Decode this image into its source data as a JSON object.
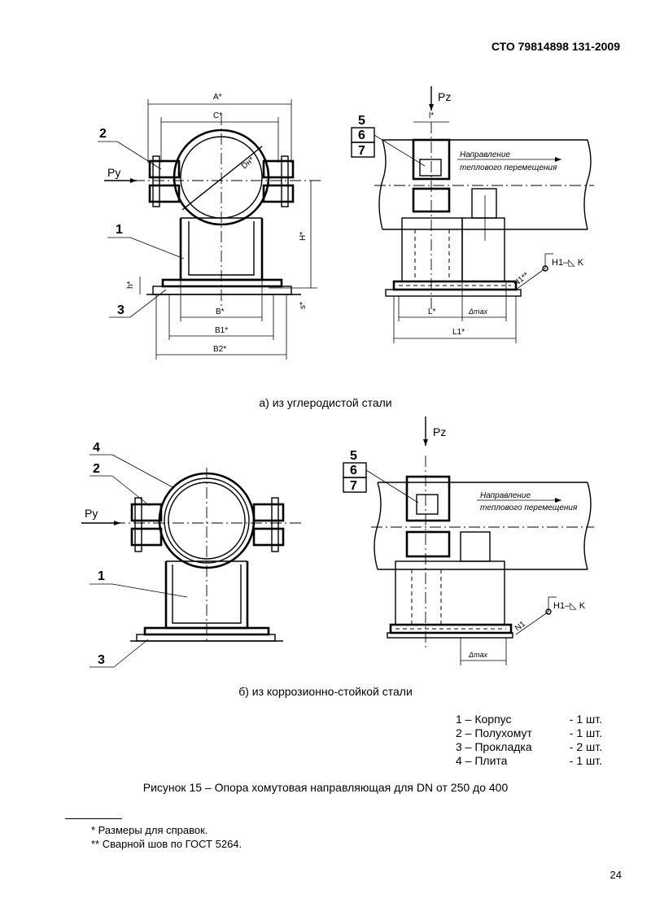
{
  "header": {
    "doc_code": "СТО 79814898 131-2009"
  },
  "figure_a": {
    "caption": "а) из углеродистой стали",
    "labels": {
      "A": "A*",
      "C": "C*",
      "Dn": "Dн*",
      "Py": "Py",
      "Pz": "Pz",
      "H": "H*",
      "h": "h*",
      "s": "s*",
      "B": "B*",
      "B1": "B1*",
      "B2": "B2*",
      "l": "l*",
      "L": "L*",
      "L1": "L1*",
      "dmax": "Δmax",
      "weld": "N1**",
      "weld_symbol": "H1–◺ K",
      "direction_1": "Направление",
      "direction_2": "теплового перемещения",
      "pos1": "1",
      "pos2": "2",
      "pos3": "3",
      "pos5": "5",
      "pos6": "6",
      "pos7": "7"
    }
  },
  "figure_b": {
    "caption": "б) из коррозионно-стойкой стали",
    "labels": {
      "Py": "Py",
      "Pz": "Pz",
      "dmax": "Δmax",
      "weld": "N1",
      "weld_symbol": "H1–◺ K",
      "direction_1": "Направление",
      "direction_2": "теплового перемещения",
      "pos1": "1",
      "pos2": "2",
      "pos3": "3",
      "pos4": "4",
      "pos5": "5",
      "pos6": "6",
      "pos7": "7"
    }
  },
  "legend": [
    {
      "name": "1 – Корпус",
      "qty": "- 1 шт."
    },
    {
      "name": "2 – Полухомут",
      "qty": "- 1 шт."
    },
    {
      "name": "3 – Прокладка",
      "qty": "- 2 шт."
    },
    {
      "name": "4 – Плита",
      "qty": "- 1 шт."
    }
  ],
  "figure_title": "Рисунок 15 – Опора хомутовая направляющая для DN от 250 до 400",
  "footnotes": [
    "* Размеры для справок.",
    "** Сварной шов по ГОСТ 5264."
  ],
  "page_number": "24"
}
